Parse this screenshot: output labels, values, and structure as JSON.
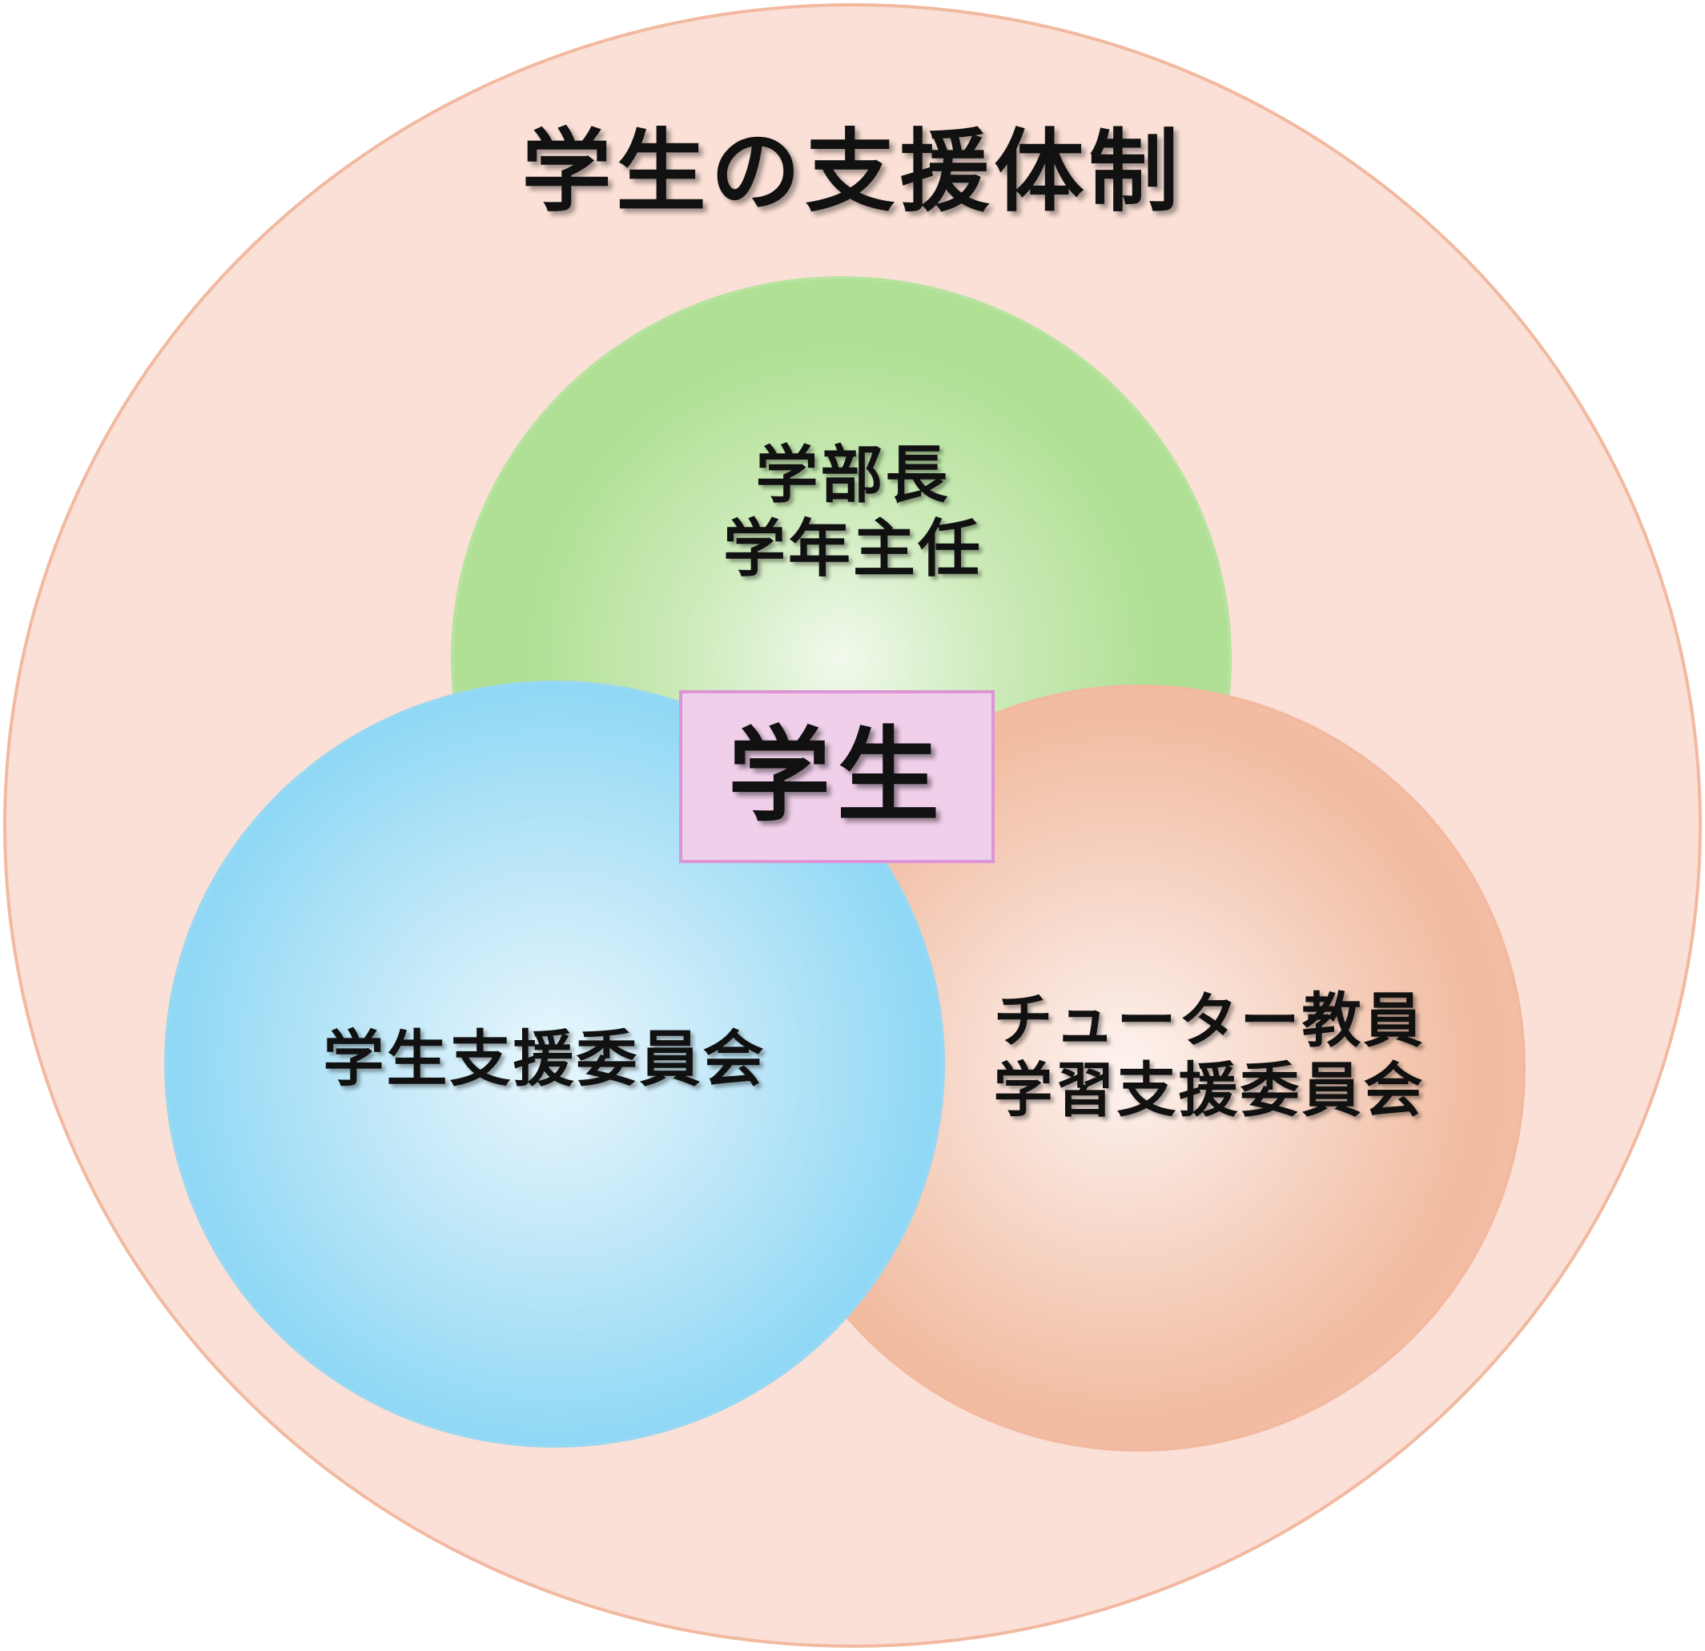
{
  "diagram": {
    "title": "学生の支援体制",
    "center": "学生",
    "circles": {
      "top": {
        "line1": "学部長",
        "line2": "学年主任",
        "color": "#aedf92"
      },
      "left": {
        "line1": "学生支援委員会",
        "color": "#8fd8f5"
      },
      "right": {
        "line1": "チューター教員",
        "line2": "学習支援委員会",
        "color": "#f1bb9f"
      }
    },
    "outer_color": "#fae0d6",
    "center_box_color": "#f0cfea"
  }
}
